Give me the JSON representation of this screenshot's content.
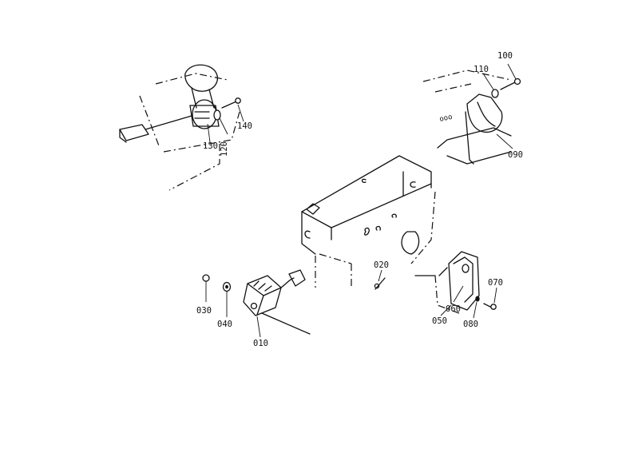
{
  "diagram": {
    "callouts": {
      "p010": "010",
      "p020": "020",
      "p030": "030",
      "p040": "040",
      "p050": "050",
      "p060": "060",
      "p070": "070",
      "p080": "080",
      "p090": "090",
      "p100": "100",
      "p110": "110",
      "p120": "120",
      "p130": "130",
      "p140": "140"
    }
  }
}
